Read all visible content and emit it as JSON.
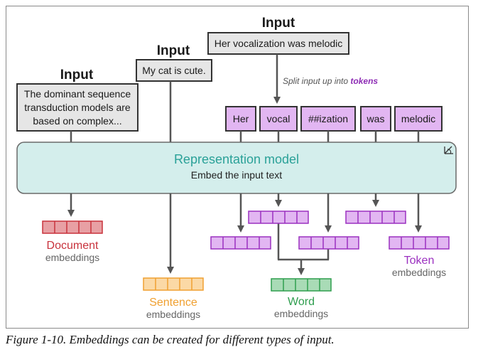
{
  "inputs": [
    {
      "heading": "Input",
      "lines": [
        "The dominant sequence",
        "transduction models are",
        "based on complex..."
      ]
    },
    {
      "heading": "Input",
      "lines": [
        "My cat is cute."
      ]
    },
    {
      "heading": "Input",
      "lines": [
        "Her vocalization was melodic"
      ]
    }
  ],
  "split_note": {
    "prefix": "Split input up into ",
    "keyword": "tokens"
  },
  "tokens": [
    "Her",
    "vocal",
    "##ization",
    "was",
    "melodic"
  ],
  "model": {
    "title": "Representation model",
    "subtitle": "Embed the input text"
  },
  "outputs": {
    "document": {
      "title": "Document",
      "sub": "embeddings"
    },
    "sentence": {
      "title": "Sentence",
      "sub": "embeddings"
    },
    "word": {
      "title": "Word",
      "sub": "embeddings"
    },
    "token": {
      "title": "Token",
      "sub": "embeddings"
    }
  },
  "colors": {
    "document": "#c8323c",
    "sentence": "#f0a030",
    "word": "#2f9e4f",
    "token": "#9b30c0",
    "model": "#2aa198",
    "token_fill": "#e2b6f2"
  },
  "caption": "Figure 1-10. Embeddings can be created for different types of input."
}
